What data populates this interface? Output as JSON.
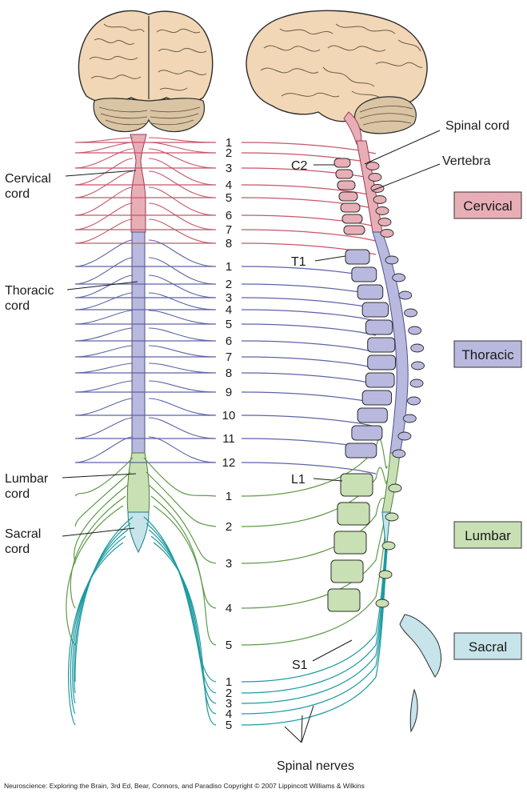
{
  "labels": {
    "cervical_cord": [
      "Cervical",
      "cord"
    ],
    "thoracic_cord": [
      "Thoracic",
      "cord"
    ],
    "lumbar_cord": [
      "Lumbar",
      "cord"
    ],
    "sacral_cord": [
      "Sacral",
      "cord"
    ],
    "spinal_cord": "Spinal cord",
    "vertebra": "Vertebra",
    "c2": "C2",
    "t1": "T1",
    "l1": "L1",
    "s1": "S1",
    "spinal_nerves": "Spinal nerves"
  },
  "regions": [
    {
      "name": "Cervical",
      "color": "#e8aeb6",
      "nerve_color": "#c6566a",
      "numbers": [
        "1",
        "2",
        "3",
        "4",
        "5",
        "6",
        "7",
        "8"
      ]
    },
    {
      "name": "Thoracic",
      "color": "#b9b9df",
      "nerve_color": "#5e63a8",
      "numbers": [
        "1",
        "2",
        "3",
        "4",
        "5",
        "6",
        "7",
        "8",
        "9",
        "10",
        "11",
        "12"
      ]
    },
    {
      "name": "Lumbar",
      "color": "#c8e0b4",
      "nerve_color": "#5e9a48",
      "numbers": [
        "1",
        "2",
        "3",
        "4",
        "5"
      ]
    },
    {
      "name": "Sacral",
      "color": "#c6e4ea",
      "nerve_color": "#1d9aa0",
      "numbers": [
        "1",
        "2",
        "3",
        "4",
        "5"
      ]
    }
  ],
  "colors": {
    "brain": "#f1d7b6",
    "brain_outline": "#2b2b2b",
    "cerebellum": "#d9c4a4"
  },
  "credit": "Neuroscience: Exploring the Brain, 3rd Ed, Bear, Connors, and Paradiso Copyright © 2007 Lippincott Williams & Wilkins"
}
